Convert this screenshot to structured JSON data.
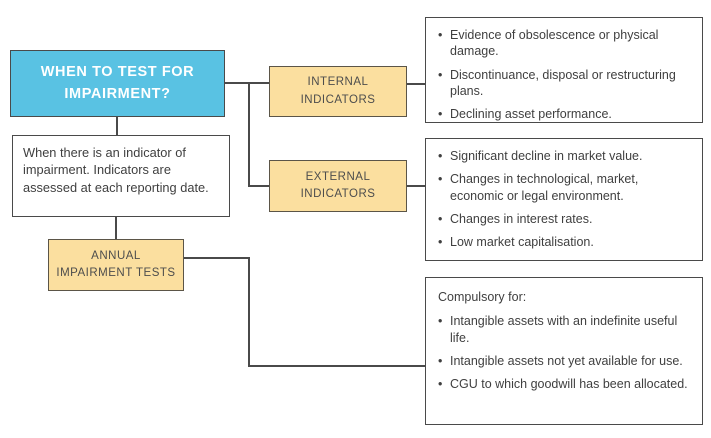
{
  "colors": {
    "accent_blue": "#59C2E3",
    "accent_yellow": "#FBDF9F",
    "line_color": "#4a4a4a"
  },
  "diagram": {
    "root": {
      "lines": [
        "WHEN TO TEST FOR",
        "IMPAIRMENT?"
      ]
    },
    "description": {
      "text": "When there is an indicator of impairment. Indicators are assessed at each reporting date."
    },
    "internal_node": {
      "lines": [
        "INTERNAL",
        "INDICATORS"
      ]
    },
    "external_node": {
      "lines": [
        "EXTERNAL",
        "INDICATORS"
      ]
    },
    "annual_node": {
      "lines": [
        "ANNUAL",
        "IMPAIRMENT TESTS"
      ]
    },
    "internal_list": {
      "items": [
        "Evidence of obsolescence or physical damage.",
        "Discontinuance, disposal or restructuring plans.",
        "Declining asset performance."
      ]
    },
    "external_list": {
      "items": [
        "Significant decline in market value.",
        "Changes in technological, market, economic or legal environment.",
        "Changes in interest rates.",
        "Low market capitalisation."
      ]
    },
    "annual_list": {
      "lead": "Compulsory for:",
      "items": [
        "Intangible assets with an indefinite useful life.",
        "Intangible assets not yet available for use.",
        "CGU to which goodwill has been allocated."
      ]
    }
  }
}
